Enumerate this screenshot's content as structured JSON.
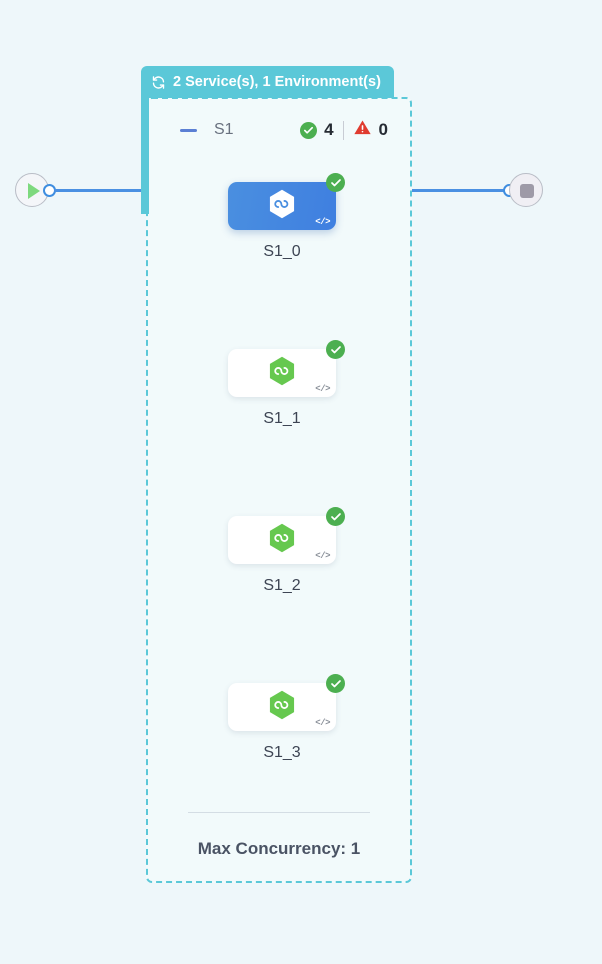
{
  "canvas": {
    "background_color": "#eef7fa"
  },
  "start_node": {
    "icon": "play-icon",
    "color": "#7ed97e"
  },
  "end_node": {
    "icon": "stop-icon",
    "color": "#9e9aa7"
  },
  "edges": {
    "color": "#4a90e2",
    "port_color": "#3f8ee0"
  },
  "group": {
    "header_label": "2 Service(s), 1 Environment(s)",
    "header_icon": "sync-icon",
    "header_color": "#5bc8d8",
    "border_color": "#5bc8d8",
    "name": "S1",
    "collapse_icon": "minus-icon",
    "status": {
      "success_icon": "check-circle-icon",
      "success_count": "4",
      "warning_icon": "warning-triangle-icon",
      "warning_count": "0",
      "success_color": "#4caf50",
      "warning_color": "#e03b2f"
    },
    "footer_label": "Max Concurrency: 1"
  },
  "nodes": [
    {
      "label": "S1_0",
      "icon": "service-hexagon-icon",
      "code_icon": "code-brackets-icon",
      "status_icon": "check-circle-icon",
      "selected": true,
      "icon_color": "#ffffff",
      "card_color": "#4a8fe0"
    },
    {
      "label": "S1_1",
      "icon": "service-hexagon-icon",
      "code_icon": "code-brackets-icon",
      "status_icon": "check-circle-icon",
      "selected": false,
      "icon_color": "#66c84f",
      "card_color": "#ffffff"
    },
    {
      "label": "S1_2",
      "icon": "service-hexagon-icon",
      "code_icon": "code-brackets-icon",
      "status_icon": "check-circle-icon",
      "selected": false,
      "icon_color": "#66c84f",
      "card_color": "#ffffff"
    },
    {
      "label": "S1_3",
      "icon": "service-hexagon-icon",
      "code_icon": "code-brackets-icon",
      "status_icon": "check-circle-icon",
      "selected": false,
      "icon_color": "#66c84f",
      "card_color": "#ffffff"
    }
  ]
}
